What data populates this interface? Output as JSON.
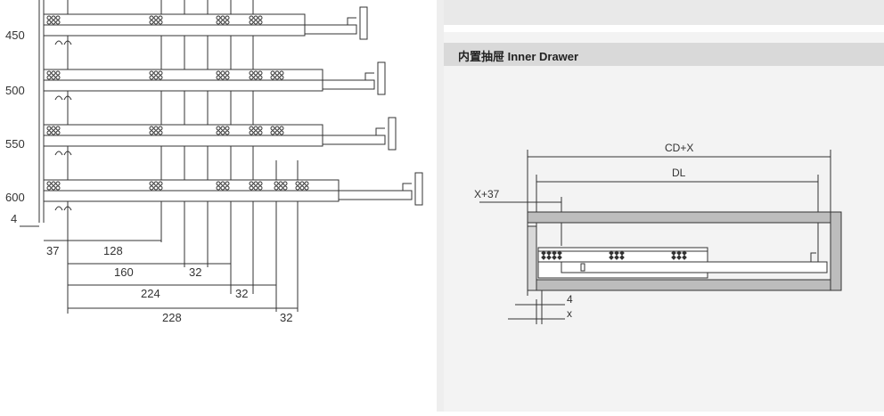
{
  "left_drawing": {
    "row_labels": [
      "450",
      "500",
      "550",
      "600"
    ],
    "offset_label": "4",
    "dimensions": [
      "37",
      "128",
      "160",
      "32",
      "224",
      "32",
      "228",
      "32"
    ]
  },
  "right_section": {
    "title": "内置抽屉  Inner Drawer"
  },
  "right_drawing": {
    "labels": [
      "CD+X",
      "DL",
      "X+37",
      "4",
      "x"
    ]
  }
}
